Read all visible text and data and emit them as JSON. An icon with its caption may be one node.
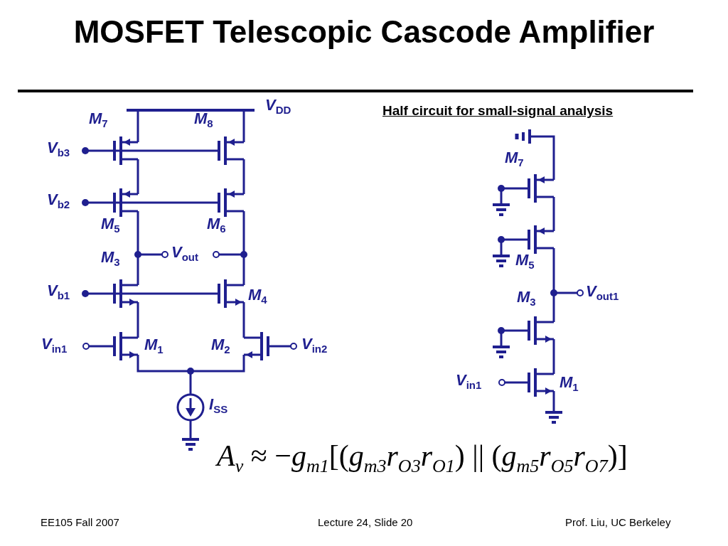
{
  "diagram": {
    "title": "MOSFET Telescopic Cascode Amplifier",
    "labels": [
      "M$_{7}$",
      "M$_{8}$",
      "V$_{DD}$",
      "V$_{b3}$",
      "V$_{b2}$",
      "M$_{5}$",
      "M$_{6}$",
      "M$_{3}$",
      "V$_{out}$",
      "V$_{b1}$",
      "M$_{4}$",
      "V$_{in1}$",
      "M$_{1}$",
      "M$_{2}$",
      "V$_{in2}$",
      "I$_{SS}$",
      "Half circuit for small-signal analysis",
      "M$_{7}$",
      "M$_{5}$",
      "V$_{out1}$",
      "M$_{3}$",
      "V$_{in1}$",
      "M$_{1}$",
      "*A*$_{v}$ ≈ −*g*$_{m1}$[(*g*$_{m3}$*r*$_{O3}$*r*$_{O1}$) || (*g*$_{m5}$*r*$_{O5}$*r*$_{O7}$)]",
      "EE105 Fall 2007",
      "Lecture 24, Slide 20",
      "Prof. Liu, UC Berkeley"
    ]
  }
}
